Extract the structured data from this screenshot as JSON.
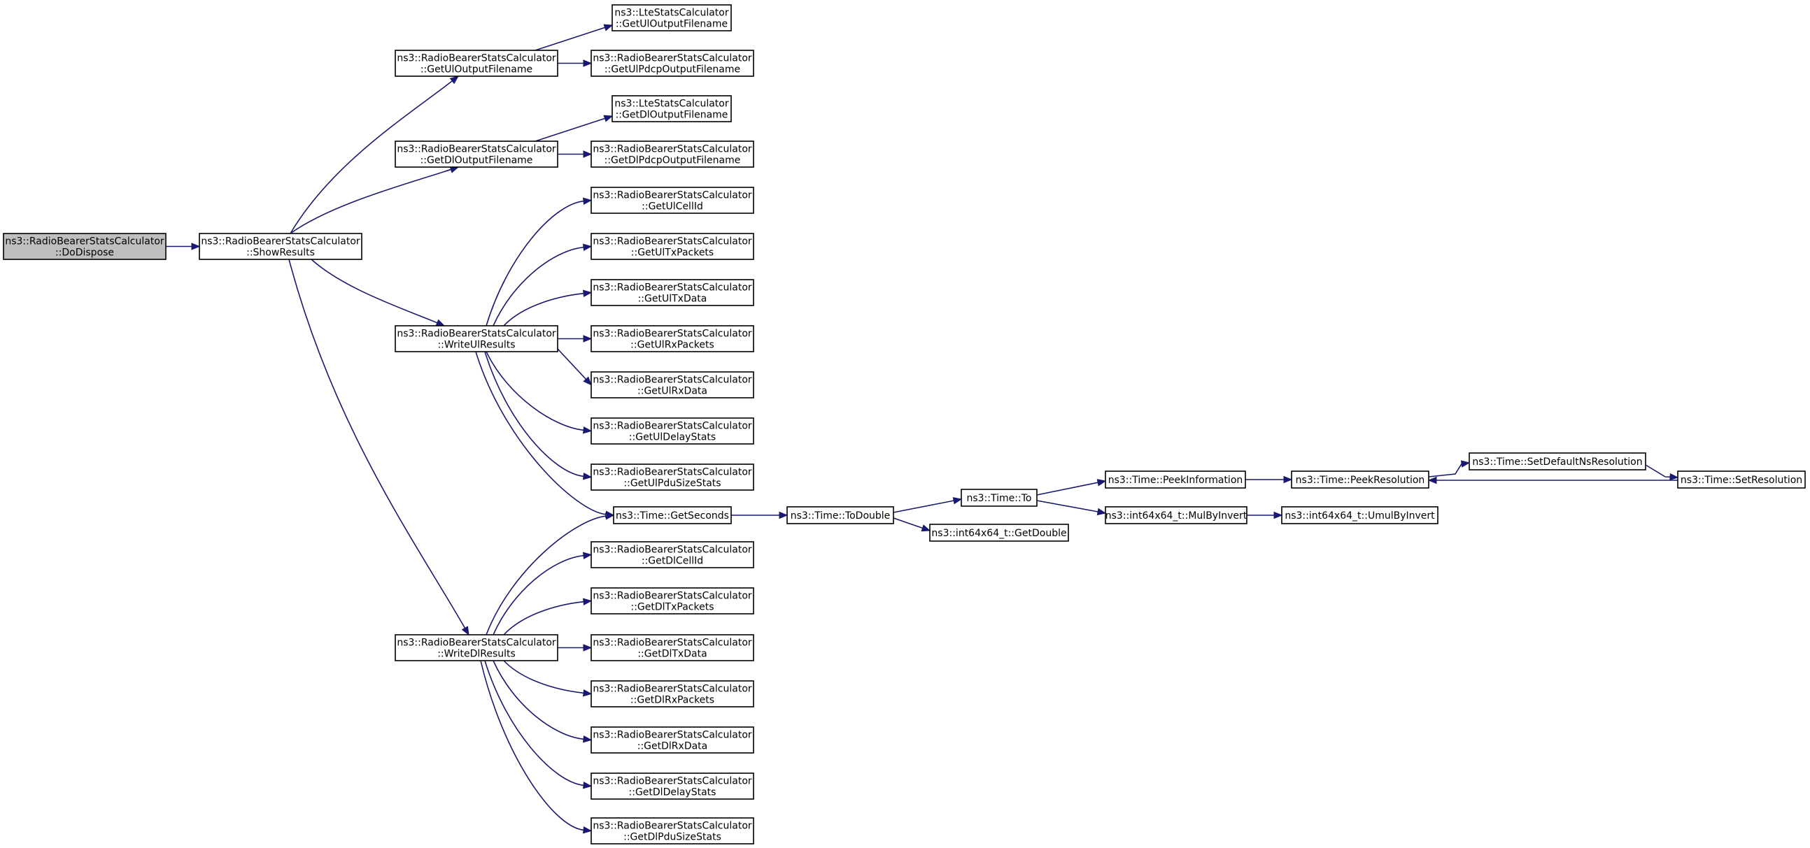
{
  "graph": {
    "edge_color": "#191970",
    "root_fill": "#bfbfbf",
    "nodes": [
      {
        "id": "dodispose",
        "lines": [
          "ns3::RadioBearerStatsCalculator",
          "::DoDispose"
        ],
        "root": true
      },
      {
        "id": "showresults",
        "lines": [
          "ns3::RadioBearerStatsCalculator",
          "::ShowResults"
        ]
      },
      {
        "id": "getuloutputfilename",
        "lines": [
          "ns3::RadioBearerStatsCalculator",
          "::GetUlOutputFilename"
        ]
      },
      {
        "id": "getdloutputfilename",
        "lines": [
          "ns3::RadioBearerStatsCalculator",
          "::GetDlOutputFilename"
        ]
      },
      {
        "id": "writeulresults",
        "lines": [
          "ns3::RadioBearerStatsCalculator",
          "::WriteUlResults"
        ]
      },
      {
        "id": "writedlresults",
        "lines": [
          "ns3::RadioBearerStatsCalculator",
          "::WriteDlResults"
        ]
      },
      {
        "id": "lte_getuloutputfilename",
        "lines": [
          "ns3::LteStatsCalculator",
          "::GetUlOutputFilename"
        ]
      },
      {
        "id": "getulpdcpoutputfilename",
        "lines": [
          "ns3::RadioBearerStatsCalculator",
          "::GetUlPdcpOutputFilename"
        ]
      },
      {
        "id": "lte_getdloutputfilename",
        "lines": [
          "ns3::LteStatsCalculator",
          "::GetDlOutputFilename"
        ]
      },
      {
        "id": "getdlpdcpoutputfilename",
        "lines": [
          "ns3::RadioBearerStatsCalculator",
          "::GetDlPdcpOutputFilename"
        ]
      },
      {
        "id": "getulcellid",
        "lines": [
          "ns3::RadioBearerStatsCalculator",
          "::GetUlCellId"
        ]
      },
      {
        "id": "getultxpackets",
        "lines": [
          "ns3::RadioBearerStatsCalculator",
          "::GetUlTxPackets"
        ]
      },
      {
        "id": "getultxdata",
        "lines": [
          "ns3::RadioBearerStatsCalculator",
          "::GetUlTxData"
        ]
      },
      {
        "id": "getulrxpackets",
        "lines": [
          "ns3::RadioBearerStatsCalculator",
          "::GetUlRxPackets"
        ]
      },
      {
        "id": "getulrxdata",
        "lines": [
          "ns3::RadioBearerStatsCalculator",
          "::GetUlRxData"
        ]
      },
      {
        "id": "getuldelaystats",
        "lines": [
          "ns3::RadioBearerStatsCalculator",
          "::GetUlDelayStats"
        ]
      },
      {
        "id": "getulpdusizestats",
        "lines": [
          "ns3::RadioBearerStatsCalculator",
          "::GetUlPduSizeStats"
        ]
      },
      {
        "id": "getseconds",
        "lines": [
          "ns3::Time::GetSeconds"
        ]
      },
      {
        "id": "getdlcellid",
        "lines": [
          "ns3::RadioBearerStatsCalculator",
          "::GetDlCellId"
        ]
      },
      {
        "id": "getdltxpackets",
        "lines": [
          "ns3::RadioBearerStatsCalculator",
          "::GetDlTxPackets"
        ]
      },
      {
        "id": "getdltxdata",
        "lines": [
          "ns3::RadioBearerStatsCalculator",
          "::GetDlTxData"
        ]
      },
      {
        "id": "getdlrxpackets",
        "lines": [
          "ns3::RadioBearerStatsCalculator",
          "::GetDlRxPackets"
        ]
      },
      {
        "id": "getdlrxdata",
        "lines": [
          "ns3::RadioBearerStatsCalculator",
          "::GetDlRxData"
        ]
      },
      {
        "id": "getdldelaystats",
        "lines": [
          "ns3::RadioBearerStatsCalculator",
          "::GetDlDelayStats"
        ]
      },
      {
        "id": "getdlpdusizestats",
        "lines": [
          "ns3::RadioBearerStatsCalculator",
          "::GetDlPduSizeStats"
        ]
      },
      {
        "id": "todouble",
        "lines": [
          "ns3::Time::ToDouble"
        ]
      },
      {
        "id": "to",
        "lines": [
          "ns3::Time::To"
        ]
      },
      {
        "id": "getdouble",
        "lines": [
          "ns3::int64x64_t::GetDouble"
        ]
      },
      {
        "id": "peekinformation",
        "lines": [
          "ns3::Time::PeekInformation"
        ]
      },
      {
        "id": "mulbyinvert",
        "lines": [
          "ns3::int64x64_t::MulByInvert"
        ]
      },
      {
        "id": "peekresolution",
        "lines": [
          "ns3::Time::PeekResolution"
        ]
      },
      {
        "id": "umulbyinvert",
        "lines": [
          "ns3::int64x64_t::UmulByInvert"
        ]
      },
      {
        "id": "setdefaultnsresolution",
        "lines": [
          "ns3::Time::SetDefaultNsResolution"
        ]
      },
      {
        "id": "setresolution",
        "lines": [
          "ns3::Time::SetResolution"
        ]
      }
    ],
    "edges": [
      {
        "from": "dodispose",
        "to": "showresults"
      },
      {
        "from": "showresults",
        "to": "getuloutputfilename"
      },
      {
        "from": "showresults",
        "to": "getdloutputfilename"
      },
      {
        "from": "showresults",
        "to": "writeulresults"
      },
      {
        "from": "showresults",
        "to": "writedlresults"
      },
      {
        "from": "getuloutputfilename",
        "to": "lte_getuloutputfilename"
      },
      {
        "from": "getuloutputfilename",
        "to": "getulpdcpoutputfilename"
      },
      {
        "from": "getdloutputfilename",
        "to": "lte_getdloutputfilename"
      },
      {
        "from": "getdloutputfilename",
        "to": "getdlpdcpoutputfilename"
      },
      {
        "from": "writeulresults",
        "to": "getulcellid"
      },
      {
        "from": "writeulresults",
        "to": "getultxpackets"
      },
      {
        "from": "writeulresults",
        "to": "getultxdata"
      },
      {
        "from": "writeulresults",
        "to": "getulrxpackets"
      },
      {
        "from": "writeulresults",
        "to": "getulrxdata"
      },
      {
        "from": "writeulresults",
        "to": "getuldelaystats"
      },
      {
        "from": "writeulresults",
        "to": "getulpdusizestats"
      },
      {
        "from": "writeulresults",
        "to": "getseconds"
      },
      {
        "from": "writedlresults",
        "to": "getseconds"
      },
      {
        "from": "writedlresults",
        "to": "getdlcellid"
      },
      {
        "from": "writedlresults",
        "to": "getdltxpackets"
      },
      {
        "from": "writedlresults",
        "to": "getdltxdata"
      },
      {
        "from": "writedlresults",
        "to": "getdlrxpackets"
      },
      {
        "from": "writedlresults",
        "to": "getdlrxdata"
      },
      {
        "from": "writedlresults",
        "to": "getdldelaystats"
      },
      {
        "from": "writedlresults",
        "to": "getdlpdusizestats"
      },
      {
        "from": "getseconds",
        "to": "todouble"
      },
      {
        "from": "todouble",
        "to": "to"
      },
      {
        "from": "todouble",
        "to": "getdouble"
      },
      {
        "from": "to",
        "to": "peekinformation"
      },
      {
        "from": "to",
        "to": "mulbyinvert"
      },
      {
        "from": "peekinformation",
        "to": "peekresolution"
      },
      {
        "from": "mulbyinvert",
        "to": "umulbyinvert"
      },
      {
        "from": "peekresolution",
        "to": "setdefaultnsresolution"
      },
      {
        "from": "setdefaultnsresolution",
        "to": "setresolution"
      },
      {
        "from": "setresolution",
        "to": "peekresolution"
      }
    ]
  }
}
